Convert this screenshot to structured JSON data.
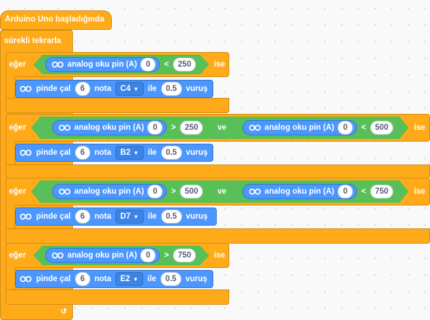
{
  "hat": {
    "label": "Arduino Uno başladığında"
  },
  "forever": {
    "label": "sürekli tekrarla",
    "loop_icon": "loop-arrow-icon"
  },
  "labels": {
    "if": "eğer",
    "then": "ise",
    "and": "ve",
    "analog_read": "analog oku pin (A)",
    "play_pin": "pinde çal",
    "note": "nota",
    "with": "ile",
    "beat": "vuruş"
  },
  "blocks": [
    {
      "cond": [
        {
          "pin": "0",
          "op": "<",
          "value": "250"
        }
      ],
      "play": {
        "pin": "6",
        "note": "C4",
        "beat": "0.5"
      }
    },
    {
      "cond": [
        {
          "pin": "0",
          "op": ">",
          "value": "250"
        },
        {
          "pin": "0",
          "op": "<",
          "value": "500"
        }
      ],
      "play": {
        "pin": "6",
        "note": "B2",
        "beat": "0.5"
      }
    },
    {
      "cond": [
        {
          "pin": "0",
          "op": ">",
          "value": "500"
        },
        {
          "pin": "0",
          "op": "<",
          "value": "750"
        }
      ],
      "play": {
        "pin": "6",
        "note": "D7",
        "beat": "0.5"
      }
    },
    {
      "cond": [
        {
          "pin": "0",
          "op": ">",
          "value": "750"
        }
      ],
      "play": {
        "pin": "6",
        "note": "E2",
        "beat": "0.5"
      }
    }
  ],
  "colors": {
    "control": "#ffab19",
    "operator": "#59c059",
    "arduino": "#4c97ff"
  }
}
